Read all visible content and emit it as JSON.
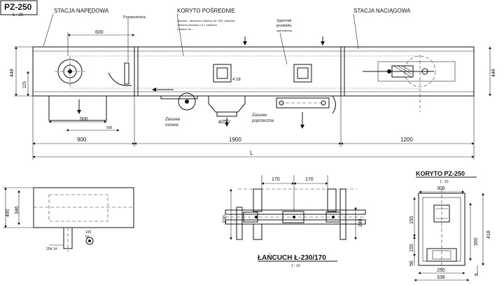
{
  "drawing": {
    "code": "PZ-250",
    "code_scale": "1 : 20",
    "main_view": {
      "labels": {
        "drive_station": "STACJA NAPĘDOWA",
        "middle_trough": "KORYTO POŚREDNIE",
        "tension_station": "STACJA NACIĄGOWA",
        "bypass": "Przepustnica",
        "overflow_indicator_line1": "Zgarniak",
        "overflow_indicator_line2": "produktu",
        "overflow_indicator_line3": "zgarniakowy",
        "side_inlet_line1": "Zasuwa",
        "side_inlet_line2": "osiowa",
        "inlet_diameter": "ø250",
        "cross_valve_line1": "Zasuwa",
        "cross_valve_line2": "poprzeczna",
        "note_line1": "Zasuwa - obudowa z blachy, szt. 500, pokrywa",
        "note_line2": "Gniazdo pokrywy 1.5 z otworem",
        "note_line3": "Kołnierz do ..."
      },
      "dims": {
        "dim_600": "600",
        "dim_448_left": "448",
        "dim_225": "225",
        "dim_418_mid": "4 18",
        "dim_448_right": "448",
        "dim_500": "500",
        "dim_500_lower": "500",
        "dim_900": "900",
        "dim_1900": "1900",
        "dim_1200": "1200",
        "dim_L": "L"
      }
    },
    "bottom_left_view": {
      "dim_490": "490",
      "dim_346": "346",
      "dim_small_a": "100",
      "dim_small_b": "50",
      "dim_bottom": "254 14"
    },
    "chain_view": {
      "title": "ŁAŃCUCH Ł-230/170",
      "scale": "1 : 10",
      "dim_170_a": "170",
      "dim_170_b": "170",
      "dim_230": "230",
      "dim_240": "240"
    },
    "trough_section": {
      "title": "KORYTO PZ-250",
      "scale": "1 : 10",
      "dim_306": "306",
      "dim_155_top": "155",
      "dim_155_bottom": "155",
      "dim_56": "56",
      "dim_250": "250",
      "dim_338": "338",
      "dim_300": "300",
      "dim_418": "418",
      "dim_6": "6"
    }
  }
}
